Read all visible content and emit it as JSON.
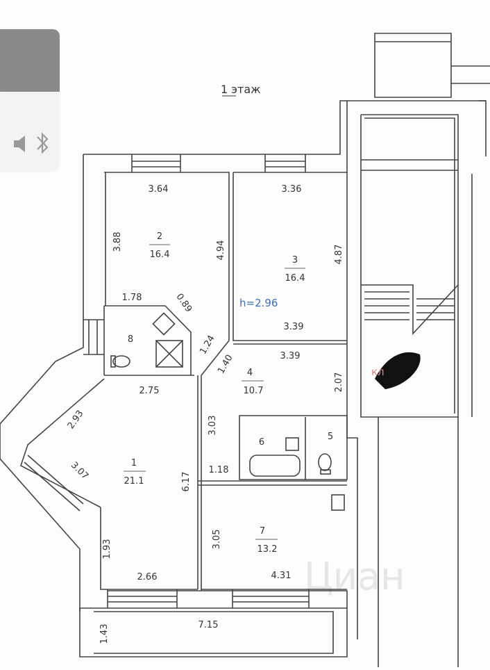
{
  "floor_label": "1  этаж",
  "height_note": "h=2.96",
  "watermark": "Циан",
  "stair_label": "кл",
  "rooms": [
    {
      "number": "1",
      "area": "21.1"
    },
    {
      "number": "2",
      "area": "16.4"
    },
    {
      "number": "3",
      "area": "16.4"
    },
    {
      "number": "4",
      "area": "10.7"
    },
    {
      "number": "5"
    },
    {
      "number": "6"
    },
    {
      "number": "7",
      "area": "13.2"
    },
    {
      "number": "8"
    }
  ],
  "dimensions": [
    "3.64",
    "3.88",
    "4.94",
    "3.36",
    "4.87",
    "1.78",
    "0.89",
    "1.24",
    "1.40",
    "3.39",
    "3.39",
    "2.07",
    "2.75",
    "2.93",
    "3.03",
    "3.07",
    "6.17",
    "1.18",
    "1.93",
    "2.66",
    "3.05",
    "4.31",
    "1.43",
    "7.15"
  ],
  "colors": {
    "wall": "#444444",
    "height_note": "#3f6fb5",
    "overlay": "#8a8a8a",
    "watermark": "#e6e6e6"
  }
}
